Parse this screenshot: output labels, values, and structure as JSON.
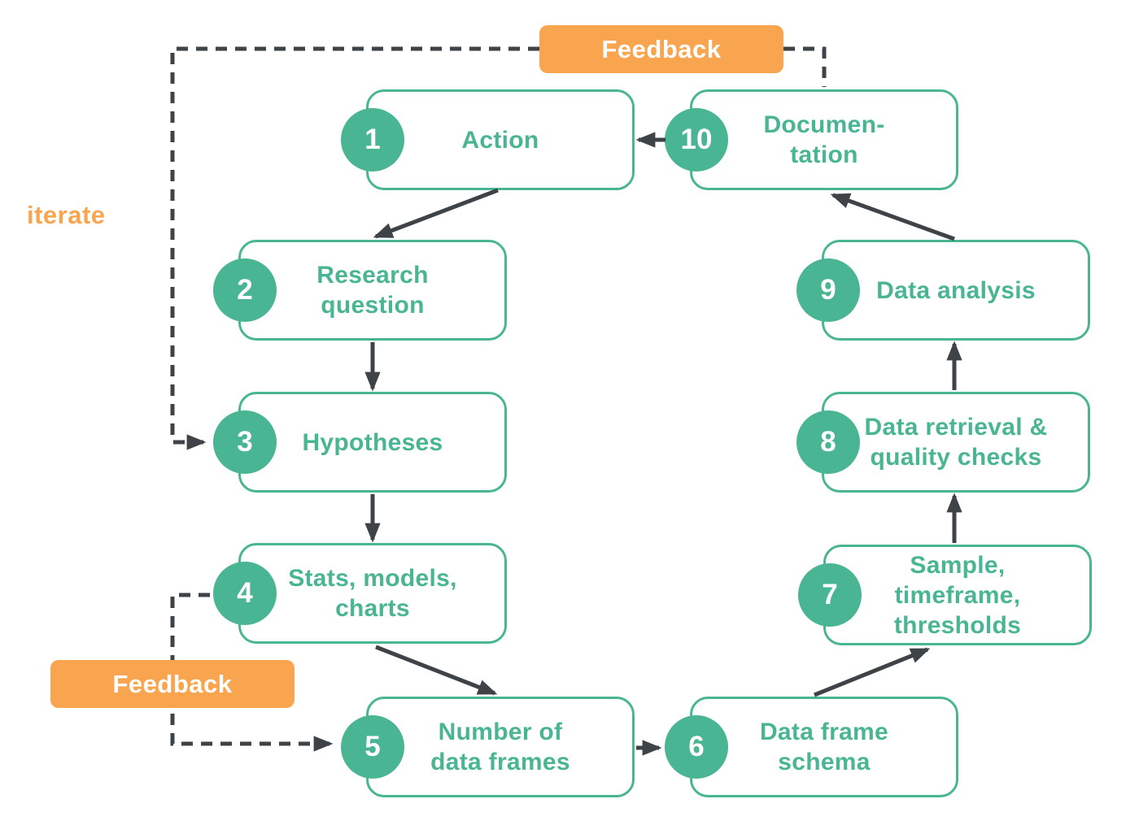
{
  "diagram": {
    "iterate_label": "iterate",
    "feedback_top_label": "Feedback",
    "feedback_bottom_label": "Feedback",
    "steps": [
      {
        "num": "1",
        "label": "Action"
      },
      {
        "num": "2",
        "label": "Research\nquestion"
      },
      {
        "num": "3",
        "label": "Hypotheses"
      },
      {
        "num": "4",
        "label": "Stats, models,\ncharts"
      },
      {
        "num": "5",
        "label": "Number of\ndata frames"
      },
      {
        "num": "6",
        "label": "Data frame\nschema"
      },
      {
        "num": "7",
        "label": "Sample,\ntimeframe,\nthresholds"
      },
      {
        "num": "8",
        "label": "Data retrieval &\nquality checks"
      },
      {
        "num": "9",
        "label": "Data analysis"
      },
      {
        "num": "10",
        "label": "Documen-\ntation"
      }
    ],
    "colors": {
      "green": "#4AB593",
      "orange": "#F9A54F",
      "arrow": "#3E4347",
      "box_fill": "#FFFFFF"
    }
  }
}
